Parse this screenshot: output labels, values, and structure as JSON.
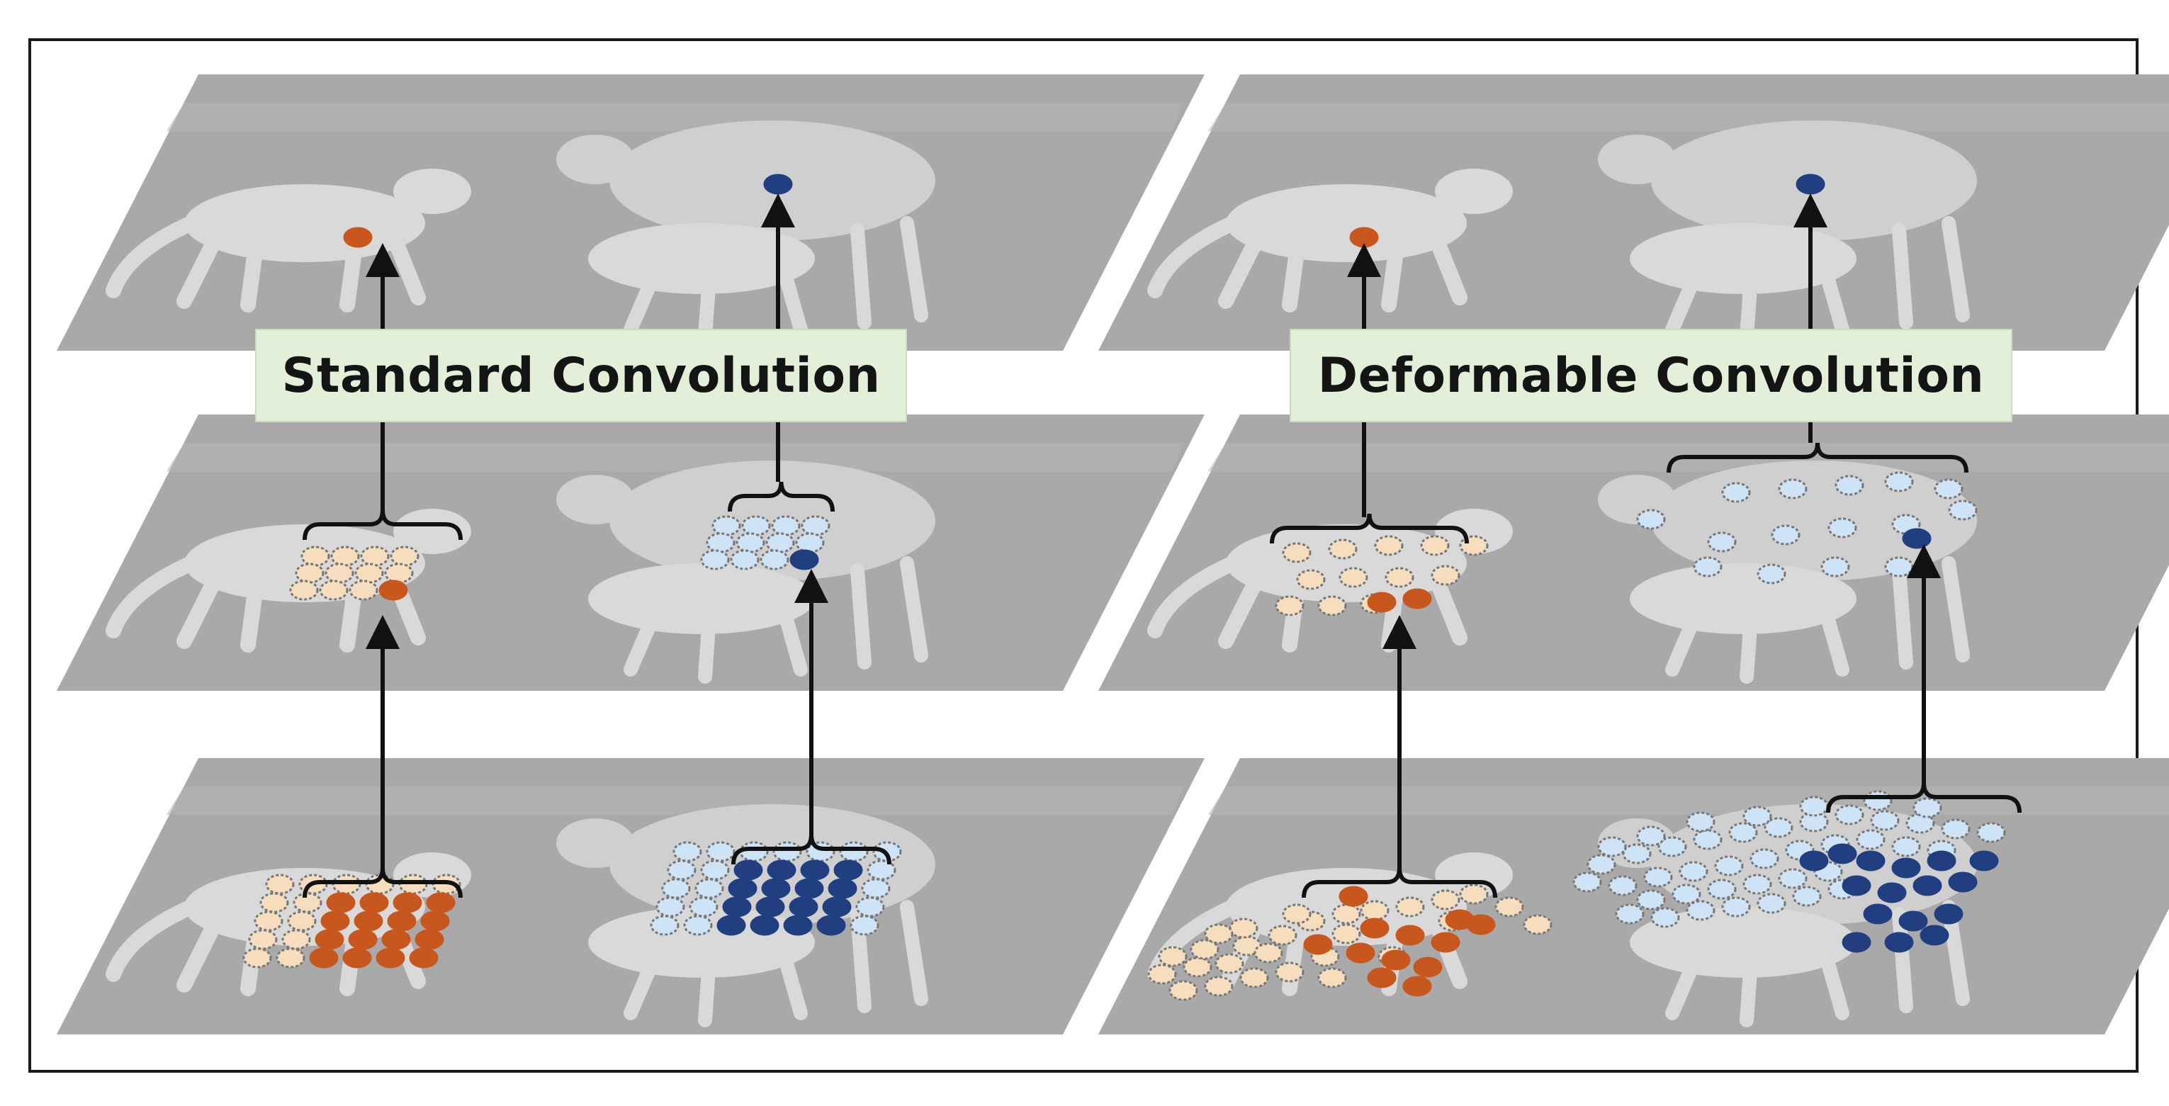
{
  "panels": {
    "left": {
      "title": "Standard Convolution"
    },
    "right": {
      "title": "Deformable Convolution"
    }
  },
  "colors": {
    "layer_fill": "#a9a9a9",
    "animal_fill": "#d9d9d9",
    "orange_dark": "#c8571d",
    "orange_light": "#f6ddbd",
    "blue_dark": "#213f80",
    "blue_light": "#cfe3f6",
    "arrow": "#111111",
    "label_bg": "#e3efd9"
  },
  "icons": [
    "sampling-point",
    "receptive-field-bracket",
    "upward-arrow"
  ]
}
